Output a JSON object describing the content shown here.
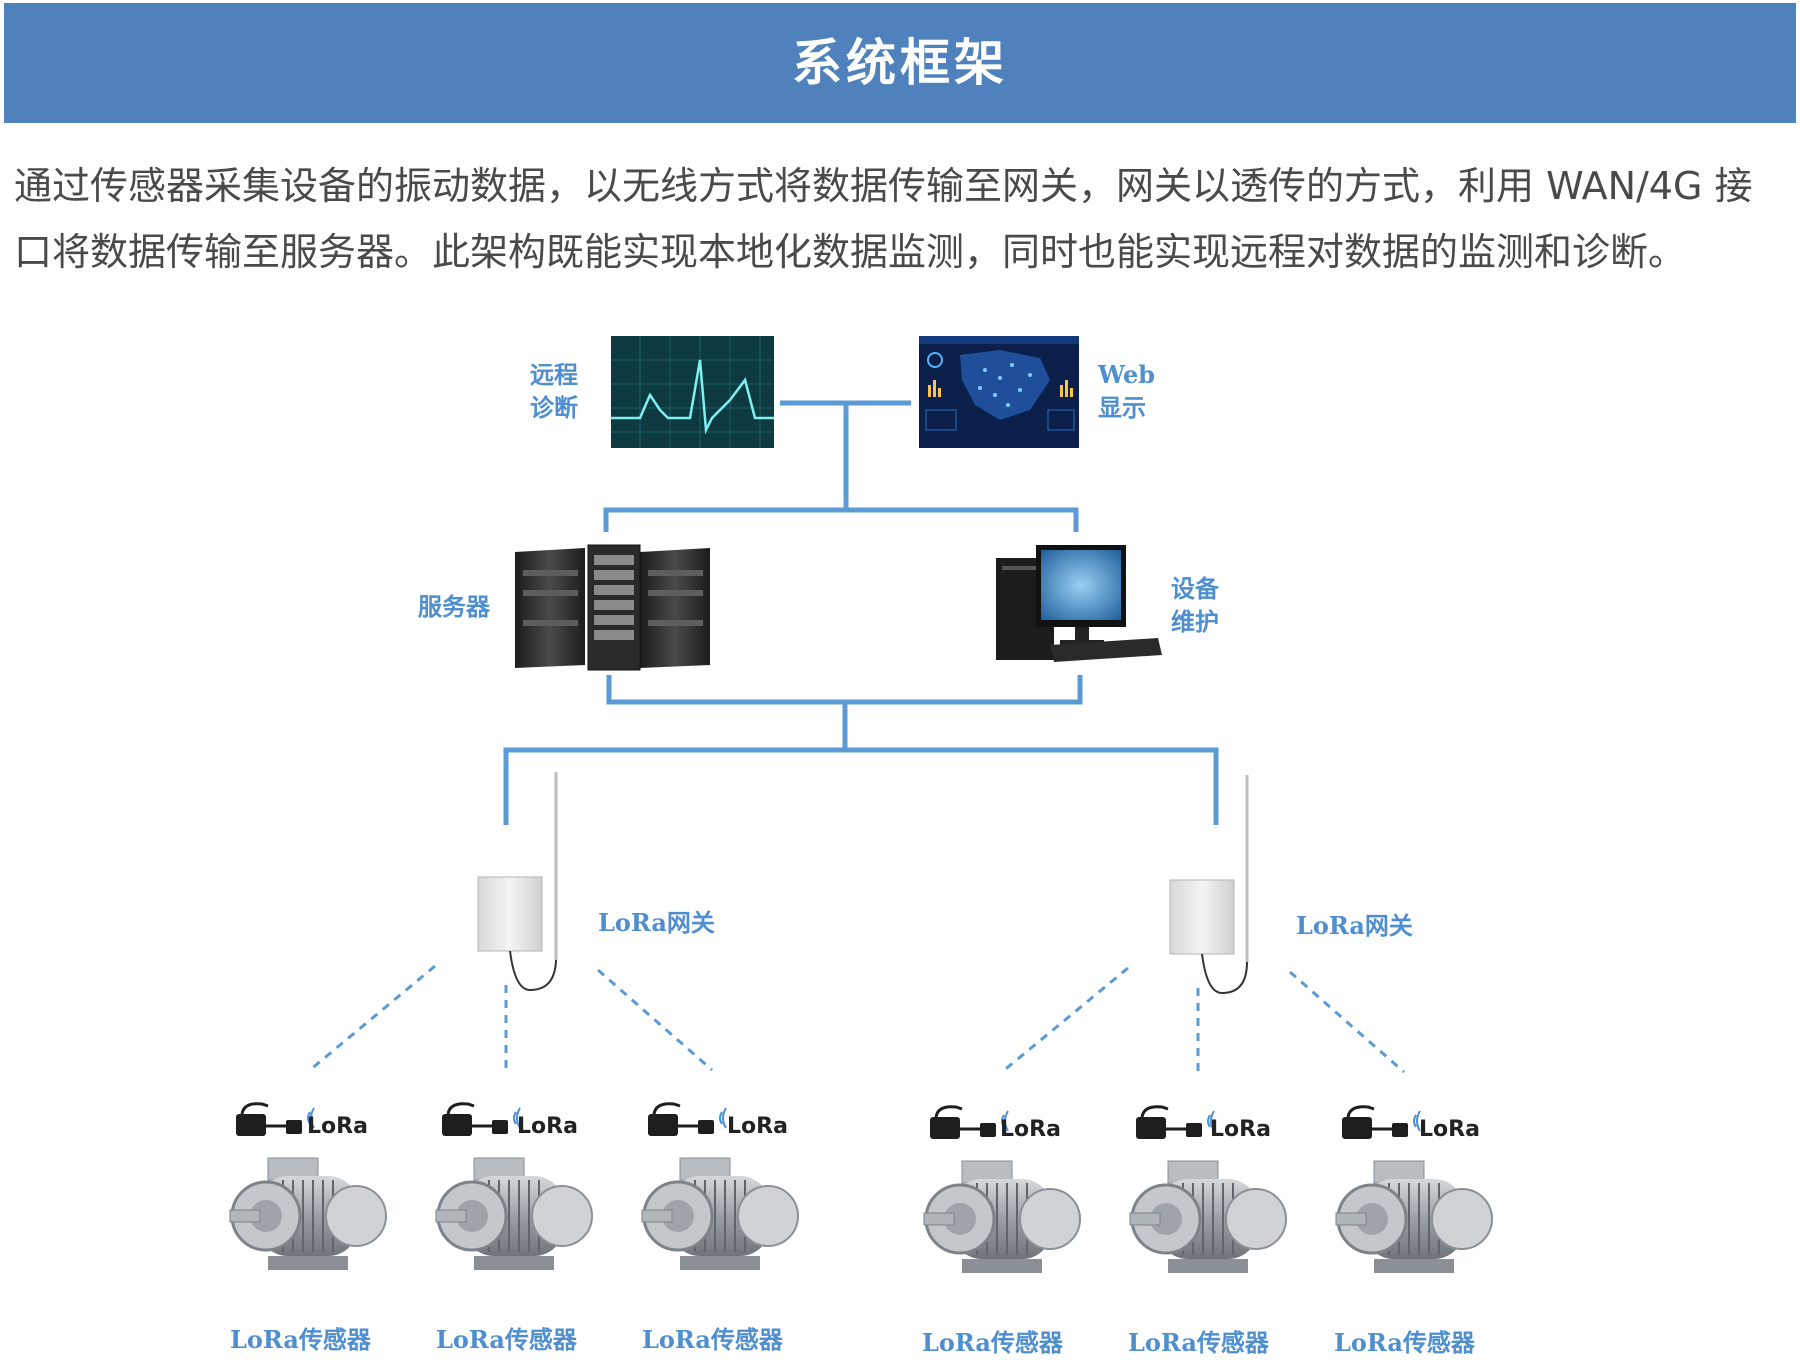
{
  "header": {
    "title": "系统框架"
  },
  "description": "通过传感器采集设备的振动数据，以无线方式将数据传输至网关，网关以透传的方式，利用 WAN/4G 接口将数据传输至服务器。此架构既能实现本地化数据监测，同时也能实现远程对数据的监测和诊断。",
  "nodes": {
    "remote_diagnosis": {
      "line1": "远程",
      "line2": "诊断",
      "icon": "ecg-monitor-icon"
    },
    "web_display": {
      "line1": "Web",
      "line2": "显示",
      "icon": "dashboard-map-icon"
    },
    "server": {
      "label": "服务器",
      "icon": "server-rack-icon"
    },
    "maintenance": {
      "line1": "设备",
      "line2": "维护",
      "icon": "desktop-computer-icon"
    },
    "gateways": [
      {
        "label": "LoRa网关",
        "icon": "lora-gateway-icon"
      },
      {
        "label": "LoRa网关",
        "icon": "lora-gateway-icon"
      }
    ],
    "sensor_logo": "LoRa",
    "sensors": [
      {
        "label": "LoRa传感器"
      },
      {
        "label": "LoRa传感器"
      },
      {
        "label": "LoRa传感器"
      },
      {
        "label": "LoRa传感器"
      },
      {
        "label": "LoRa传感器"
      },
      {
        "label": "LoRa传感器"
      }
    ]
  },
  "colors": {
    "header": "#4f81bd",
    "connector": "#5b9bd5",
    "label": "#4f8fd0"
  }
}
